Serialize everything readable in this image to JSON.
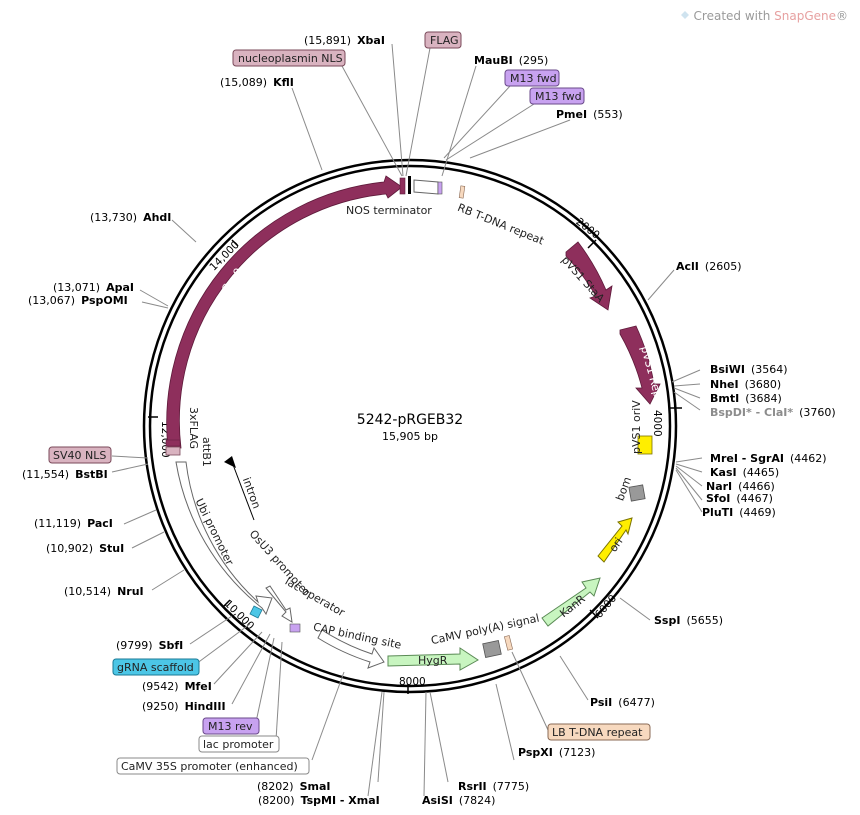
{
  "brand": {
    "prefix": "Created with ",
    "product": "SnapGene",
    "mark": "®"
  },
  "plasmid": {
    "name": "5242-pRGEB32",
    "size": "15,905 bp"
  },
  "ticks": [
    "2000",
    "4000",
    "6000",
    "8000",
    "10,000",
    "12,000",
    "14,000"
  ],
  "sites": [
    {
      "pos": "(15,891)",
      "name": "XbaI"
    },
    {
      "pos": "(295)",
      "name": "MauBI"
    },
    {
      "pos": "(553)",
      "name": "PmeI"
    },
    {
      "pos": "(15,089)",
      "name": "KflI"
    },
    {
      "pos": "(2605)",
      "name": "AclI"
    },
    {
      "pos": "(13,730)",
      "name": "AhdI"
    },
    {
      "pos": "(13,071)",
      "name": "ApaI"
    },
    {
      "pos": "(13,067)",
      "name": "PspOMI"
    },
    {
      "pos": "(3564)",
      "name": "BsiWI"
    },
    {
      "pos": "(3680)",
      "name": "NheI"
    },
    {
      "pos": "(3684)",
      "name": "BmtI"
    },
    {
      "pos": "(3760)",
      "name": "BspDI* - ClaI*"
    },
    {
      "pos": "(11,554)",
      "name": "BstBI"
    },
    {
      "pos": "(4462)",
      "name": "MreI - SgrAI"
    },
    {
      "pos": "(4465)",
      "name": "KasI"
    },
    {
      "pos": "(4466)",
      "name": "NarI"
    },
    {
      "pos": "(4467)",
      "name": "SfoI"
    },
    {
      "pos": "(4469)",
      "name": "PluTI"
    },
    {
      "pos": "(11,119)",
      "name": "PacI"
    },
    {
      "pos": "(10,902)",
      "name": "StuI"
    },
    {
      "pos": "(10,514)",
      "name": "NruI"
    },
    {
      "pos": "(5655)",
      "name": "SspI"
    },
    {
      "pos": "(9799)",
      "name": "SbfI"
    },
    {
      "pos": "(6477)",
      "name": "PsiI"
    },
    {
      "pos": "(9542)",
      "name": "MfeI"
    },
    {
      "pos": "(9250)",
      "name": "HindIII"
    },
    {
      "pos": "(7123)",
      "name": "PspXI"
    },
    {
      "pos": "(8202)",
      "name": "SmaI"
    },
    {
      "pos": "(7775)",
      "name": "RsrII"
    },
    {
      "pos": "(8200)",
      "name": "TspMI - XmaI"
    },
    {
      "pos": "(7824)",
      "name": "AsiSI"
    }
  ],
  "boxed_labels": {
    "flag": "FLAG",
    "nucleoplasmin_nls": "nucleoplasmin NLS",
    "m13_fwd_1": "M13 fwd",
    "m13_fwd_2": "M13 fwd",
    "sv40_nls": "SV40 NLS",
    "grna_scaffold": "gRNA scaffold",
    "m13_rev": "M13 rev",
    "lac_promoter": "lac promoter",
    "camv35s": "CaMV 35S promoter (enhanced)",
    "lb_tdna": "LB T-DNA repeat"
  },
  "features": {
    "nos_terminator": "NOS terminator",
    "rb_tdna": "RB T-DNA repeat",
    "pvs1_staa": "pVS1 StaA",
    "pvs1_repa": "pVS1 RepA",
    "pvs1_oriv": "pVS1 oriV",
    "bom": "bom",
    "ori": "ori",
    "kanr": "KanR",
    "camv_polya": "CaMV poly(A) signal",
    "hygr": "HygR",
    "cap_binding": "CAP binding site",
    "lac_operator": "lac operator",
    "osu3_promoter": "OsU3 promoter",
    "ubi_promoter": "Ubi promoter",
    "intron": "intron",
    "attb1": "attB1",
    "flag3x": "3xFLAG",
    "cas9": "Cas9"
  },
  "colors": {
    "cas9": "#8e2f5c",
    "staA": "#8e2f5c",
    "nls_box": "#d9b3c0",
    "m13_box": "#c8a2f0",
    "grna_box": "#4cc6e6",
    "lb_box": "#f7d9bf",
    "hygr": "#c8f5c0",
    "ori": "#ffee00",
    "gray_feature": "#999999"
  }
}
